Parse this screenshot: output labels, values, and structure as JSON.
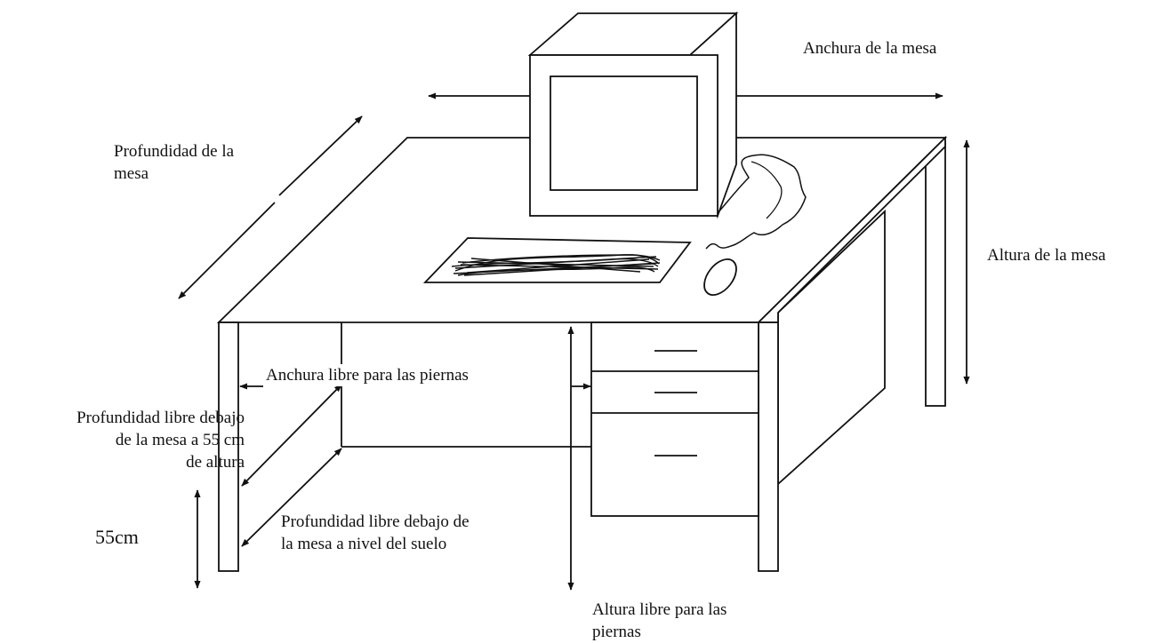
{
  "diagram": {
    "labels": {
      "anchura_mesa": "Anchura de la mesa",
      "profundidad_mesa_1": "Profundidad de la",
      "profundidad_mesa_2": "mesa",
      "altura_mesa": "Altura de la mesa",
      "anchura_libre_piernas": "Anchura libre para las piernas",
      "profundidad_libre_55_1": "Profundidad libre debajo",
      "profundidad_libre_55_2": "de la  mesa a 55 cm",
      "profundidad_libre_55_3": "de altura",
      "altura_55": "55cm",
      "profundidad_libre_suelo_1": "Profundidad libre debajo de",
      "profundidad_libre_suelo_2": "la mesa a nivel del suelo",
      "altura_libre_piernas_1": "Altura libre para las",
      "altura_libre_piernas_2": "piernas"
    },
    "colors": {
      "ink": "#111111",
      "background": "#ffffff"
    }
  }
}
